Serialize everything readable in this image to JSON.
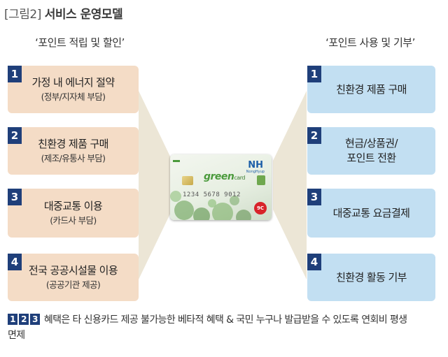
{
  "figure": {
    "tag": "[그림2]",
    "title": "서비스 운영모델"
  },
  "left_heading": "‘포인트 적립 및 할인’",
  "right_heading": "‘포인트 사용 및 기부’",
  "left_items": [
    {
      "num": "1",
      "line1": "가정 내 에너지 절약",
      "line2": "(정부/지자체 부담)"
    },
    {
      "num": "2",
      "line1": "친환경 제품 구매",
      "line2": "(제조/유통사 부담)"
    },
    {
      "num": "3",
      "line1": "대중교통 이용",
      "line2": "(카드사 부담)"
    },
    {
      "num": "4",
      "line1": "전국 공공시설물 이용",
      "line2": "(공공기관 제공)"
    }
  ],
  "right_items": [
    {
      "num": "1",
      "line1": "친환경 제품 구매",
      "line2": ""
    },
    {
      "num": "2",
      "line1": "현금/상품권/",
      "line2": "포인트 전환"
    },
    {
      "num": "3",
      "line1": "대중교통 요금결제",
      "line2": ""
    },
    {
      "num": "4",
      "line1": "친환경 활동 기부",
      "line2": ""
    }
  ],
  "card": {
    "logo": "green",
    "logo_suffix": "card",
    "issuer": "NH",
    "issuer_sub": "NongHyup",
    "number": "1234 5678 9012",
    "badge": "9C"
  },
  "footnote": {
    "nums": [
      "1",
      "2",
      "3"
    ],
    "line1": "혜택은 타 신용카드 제공 불가능한 베타적 혜택 & 국민 누구나 발급받을 수 있도록 연회비 평생",
    "line2": "면제"
  },
  "colors": {
    "left_box": "#f4dcc6",
    "right_box": "#c2dff2",
    "number_tag": "#1f3f7a",
    "wedge": "#ece6d6"
  }
}
